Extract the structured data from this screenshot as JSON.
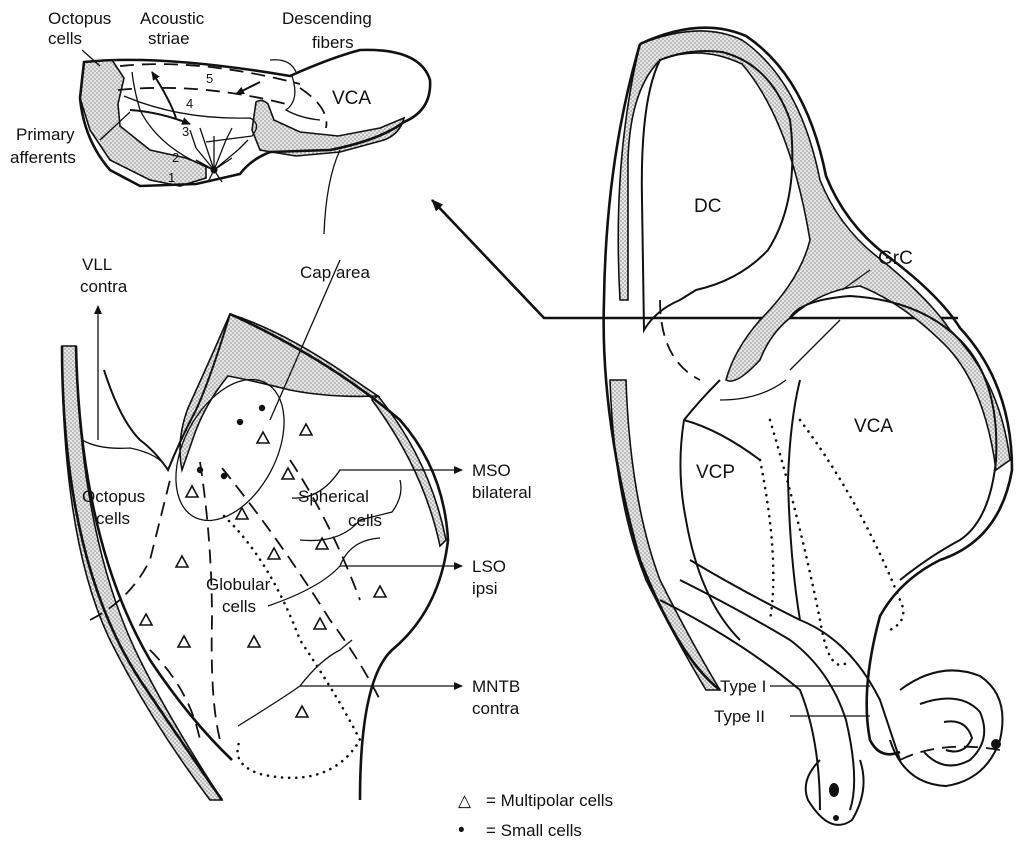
{
  "top_section": {
    "labels": {
      "octopus_cells": [
        "Octopus",
        "cells"
      ],
      "acoustic_striae": [
        "Acoustic",
        "striae"
      ],
      "descending_fibers": [
        "Descending",
        "fibers"
      ],
      "primary_afferents": [
        "Primary",
        "afferents"
      ],
      "vca": "VCA",
      "layers": [
        "1",
        "2",
        "3",
        "4",
        "5"
      ]
    }
  },
  "bottom_left": {
    "labels": {
      "vll_contra": [
        "VLL",
        "contra"
      ],
      "cap_area": "Cap area",
      "octopus_cells": [
        "Octopus",
        "cells"
      ],
      "spherical_cells": [
        "Spherical",
        "cells"
      ],
      "globular_cells": [
        "Globular",
        "cells"
      ],
      "mso_bilateral": [
        "MSO",
        "bilateral"
      ],
      "lso_ipsi": [
        "LSO",
        "ipsi"
      ],
      "mntb_contra": [
        "MNTB",
        "contra"
      ]
    }
  },
  "right_view": {
    "labels": {
      "dc": "DC",
      "grc": "GrC",
      "vca": "VCA",
      "vcp": "VCP",
      "type_i": "Type I",
      "type_ii": "Type II"
    }
  },
  "legend": {
    "multipolar_symbol": "△",
    "small_symbol": "•",
    "multipolar_text": "= Multipolar cells",
    "small_text": "= Small cells"
  }
}
